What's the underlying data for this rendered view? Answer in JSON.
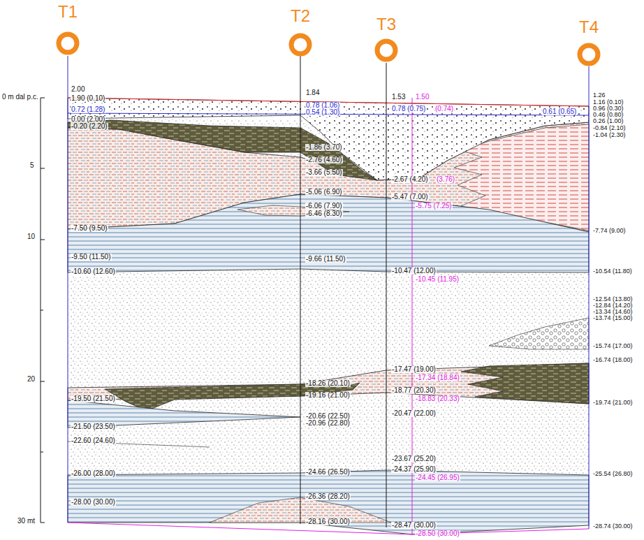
{
  "diagram": {
    "nodes": [
      {
        "text": [
          "T1"
        ]
      },
      {
        "text": [
          "T2"
        ]
      },
      {
        "text": [
          "T3"
        ]
      },
      {
        "text": [
          "T4"
        ]
      }
    ],
    "labels": [
      "0 m dal p.c.",
      "5",
      "10",
      "20",
      "30 mt",
      "2.00",
      "1.90 (0.10)",
      "0.72 (1.28)",
      "0.00 (2.00)",
      "-0.20 (2.20)",
      "-7.50 (9.50)",
      "-9.50 (11.50)",
      "-10.60 (12.60)",
      "-19.50 (21.50)",
      "-21.50 (23.50)",
      "-22.60 (24.60)",
      "-26.00 (28.00)",
      "-28.00 (30.00)",
      "1.84",
      "0.78 (1.06)",
      "0.54 (1.30)",
      "-1.86 (3.70)",
      "-2.76 (4.60)",
      "-3.66 (5.50)",
      "-5.06 (6.90)",
      "-6.06 (7.90)",
      "-6.46 (8.30)",
      "-9.66 (11.50)",
      "-18.26 (20.10)",
      "-19.16 (21.00)",
      "-20.66 (22.50)",
      "-20.96 (22.80)",
      "-24.66 (26.50)",
      "-26.36 (28.20)",
      "-28.16 (30.00)",
      "1.53",
      "1.50",
      "0.78 (0.75)",
      "(0.74)",
      "-2.67 (4.20)",
      "(3.76)",
      "-5.47 (7.00)",
      "-5.75 (7.25)",
      "-10.47 (12.00)",
      "-10.45 (11.95)",
      "-17.47 (19.00)",
      "-17.34 (18.84)",
      "-18.77 (20.30)",
      "-18.83 (20.33)",
      "-20.47 (22.00)",
      "-23.67 (25.20)",
      "-24.37 (25.90)",
      "-24.45 (26.95)",
      "-28.47 (30.00)",
      "-28.50 (30.00)",
      "1.26",
      "1.16 (0.10)",
      "0.96 (0.30)",
      "0.61 (0.65)",
      "0.46 (0.80)",
      "0.26 (1.00)",
      "-0.84 (2.10)",
      "-1.04 (2.30)",
      "-7.74 (9.00)",
      "-10.54 (11.80)",
      "-12.54 (13.80)",
      "-12.84 (14.20)",
      "-13.34 (14.60)",
      "-13.74 (15.00)",
      "-15.74 (17.00)",
      "-16.74 (18.00)",
      "-19.74 (21.00)",
      "-25.54 (26.80)",
      "-28.74 (30.00)"
    ]
  }
}
